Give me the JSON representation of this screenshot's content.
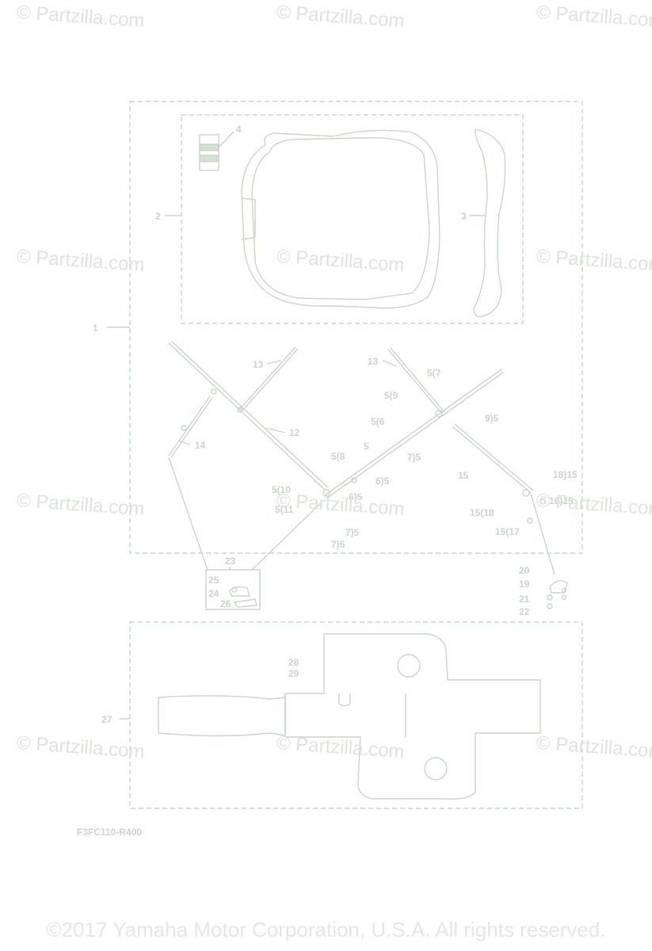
{
  "watermark": "© Partzilla.com",
  "diagram_code": "F3FC110-R400",
  "copyright": "©2017 Yamaha Motor Corporation, U.S.A. All rights reserved.",
  "callouts": {
    "c1": "1",
    "c2": "2",
    "c3": "3",
    "c4": "4",
    "c12": "12",
    "c13a": "13",
    "c13b": "13",
    "c14": "14",
    "c5": "5",
    "c5_7": "5(7",
    "c5_9": "5(9",
    "c5_6": "5(6",
    "c9_5": "9)5",
    "c7_5a": "7)5",
    "c5_8": "5(8",
    "c6_5a": "6)5",
    "c5_10": "5(10",
    "c6_5b": "6)5",
    "c5_11": "5(11",
    "c7_5b": "7)5",
    "c7_5c": "7)5",
    "c15": "15",
    "c18_15": "18)15",
    "c16_15": "16)15",
    "c15_18": "15(18",
    "c15_17": "15(17",
    "c20": "20",
    "c19": "19",
    "c21": "21",
    "c22": "22",
    "c23": "23",
    "c25": "25",
    "c24": "24",
    "c26": "26",
    "c27": "27",
    "c28": "28",
    "c29": "29"
  }
}
